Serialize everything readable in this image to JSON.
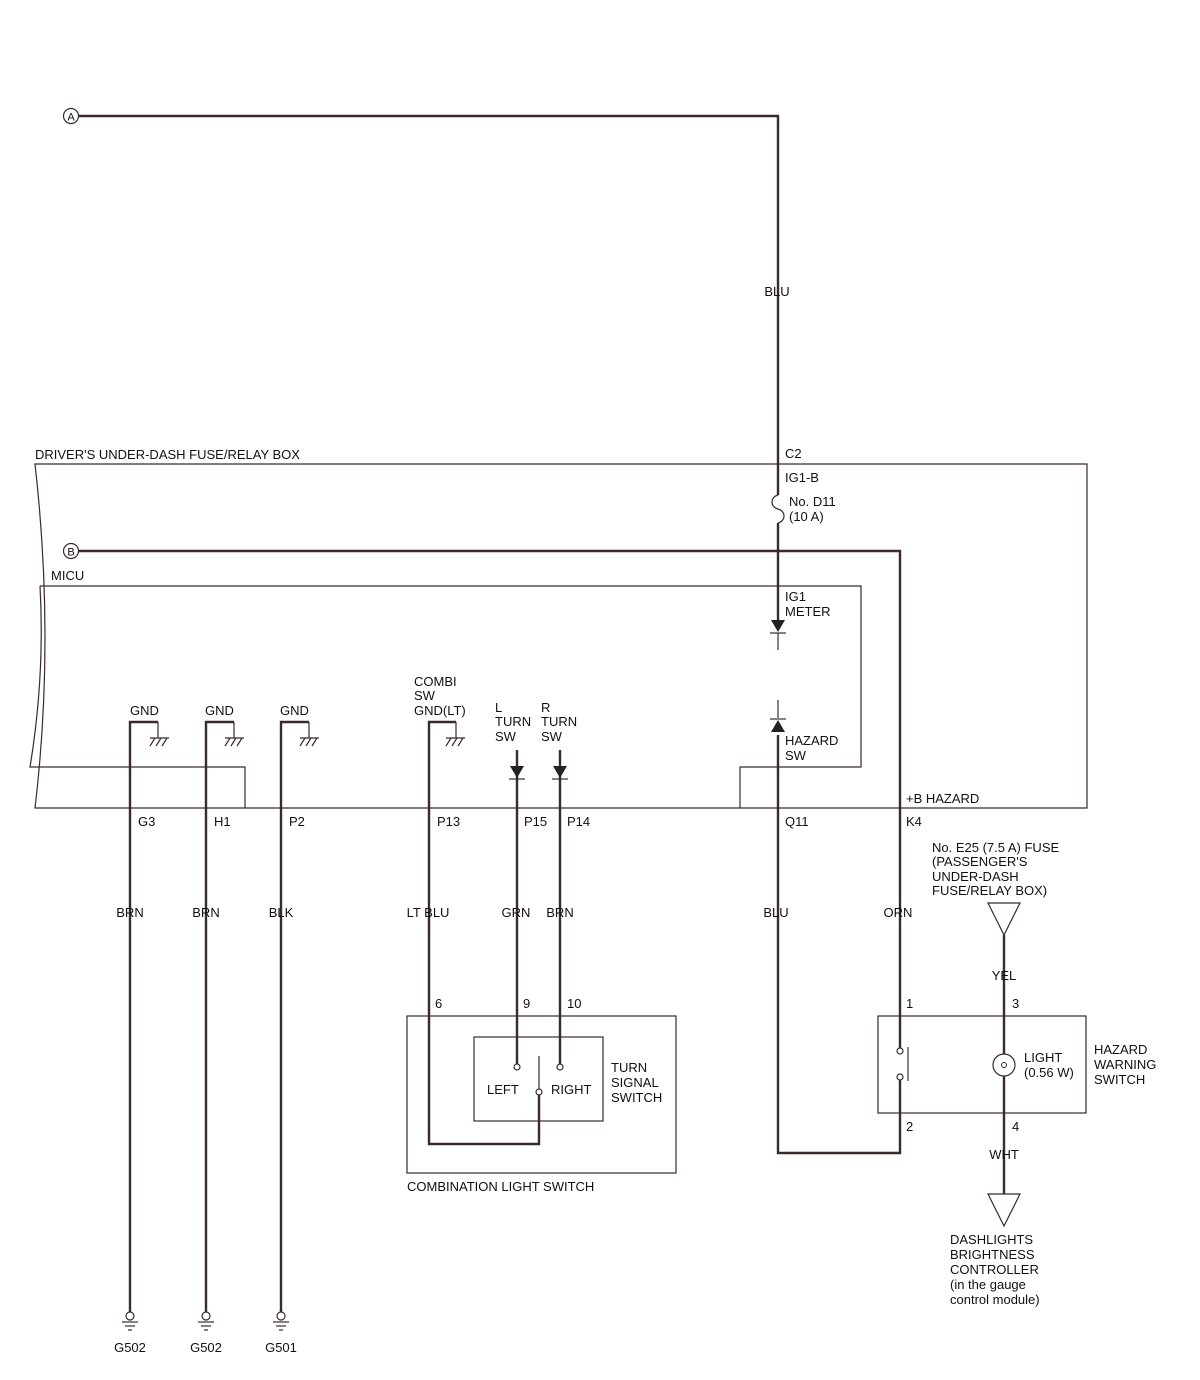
{
  "connectors": {
    "a": "A",
    "b": "B"
  },
  "boxes": {
    "fuse_box": "DRIVER'S UNDER-DASH FUSE/RELAY BOX",
    "micu": "MICU",
    "combination_switch": "COMBINATION LIGHT SWITCH",
    "turn_switch": [
      "TURN",
      "SIGNAL",
      "SWITCH"
    ],
    "hazard_switch": [
      "HAZARD",
      "WARNING",
      "SWITCH"
    ]
  },
  "fuse_d11": {
    "connector": "C2",
    "name": "IG1-B",
    "label": [
      "No. D11",
      "(10 A)"
    ]
  },
  "fuse_e25": [
    "No. E25 (7.5 A) FUSE",
    "(PASSENGER'S",
    "UNDER-DASH",
    "FUSE/RELAY BOX)"
  ],
  "micu_terms": {
    "ig1_meter": [
      "IG1",
      "METER"
    ],
    "gnd": "GND",
    "combi_gnd": [
      "COMBI",
      "SW",
      "GND(LT)"
    ],
    "l_turn": [
      "L",
      "TURN",
      "SW"
    ],
    "r_turn": [
      "R",
      "TURN",
      "SW"
    ],
    "hazard_sw": [
      "HAZARD",
      "SW"
    ],
    "b_hazard": "+B HAZARD"
  },
  "pins": {
    "g3": "G3",
    "h1": "H1",
    "p2": "P2",
    "p13": "P13",
    "p15": "P15",
    "p14": "P14",
    "q11": "Q11",
    "k4": "K4",
    "sw6": "6",
    "sw9": "9",
    "sw10": "10",
    "hz1": "1",
    "hz2": "2",
    "hz3": "3",
    "hz4": "4"
  },
  "wire_colors": {
    "blu_top": "BLU",
    "g3": "BRN",
    "h1": "BRN",
    "p2": "BLK",
    "p13": "LT BLU",
    "p15": "GRN",
    "p14": "BRN",
    "q11": "BLU",
    "k4": "ORN",
    "yel": "YEL",
    "wht": "WHT"
  },
  "switch_positions": {
    "left": "LEFT",
    "right": "RIGHT"
  },
  "light": [
    "LIGHT",
    "(0.56 W)"
  ],
  "grounds": {
    "g1": "G502",
    "g2": "G502",
    "g3": "G501"
  },
  "dashlights": [
    "DASHLIGHTS",
    "BRIGHTNESS",
    "CONTROLLER",
    "(in the gauge",
    "control module)"
  ]
}
